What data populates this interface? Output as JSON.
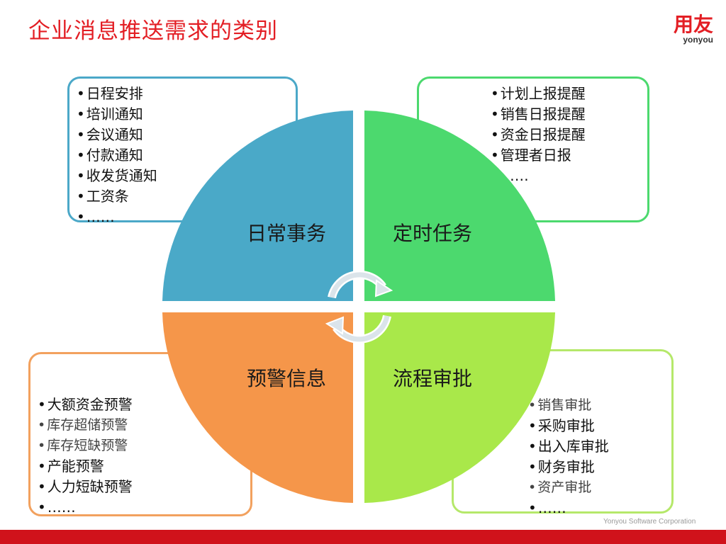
{
  "title": "企业消息推送需求的类别",
  "logo": {
    "main": "用友",
    "sub": "yonyou"
  },
  "quadrants": {
    "top_left": {
      "label": "日常事务",
      "color": "#4aa9c8"
    },
    "top_right": {
      "label": "定时任务",
      "color": "#4cd96e"
    },
    "bottom_left": {
      "label": "预警信息",
      "color": "#f5964a"
    },
    "bottom_right": {
      "label": "流程审批",
      "color": "#a9e84a"
    }
  },
  "lists": {
    "top_left": {
      "items": [
        "日程安排",
        "培训通知",
        "会议通知",
        "付款通知",
        "收发货通知",
        "工资条",
        "……"
      ]
    },
    "top_right": {
      "items": [
        "计划上报提醒",
        "销售日报提醒",
        "资金日报提醒",
        "管理者日报",
        "……"
      ]
    },
    "bottom_left": {
      "items": [
        "大额资金预警",
        "库存超储预警",
        "库存短缺预警",
        "产能预警",
        "人力短缺预警",
        "……"
      ]
    },
    "bottom_right": {
      "items": [
        "销售审批",
        "采购审批",
        "出入库审批",
        "财务审批",
        "资产审批",
        "……"
      ]
    }
  },
  "footer": {
    "company": "Yonyou Software Corporation"
  },
  "colors": {
    "brand_red": "#e31e24",
    "footer_bar": "#d0121b"
  }
}
